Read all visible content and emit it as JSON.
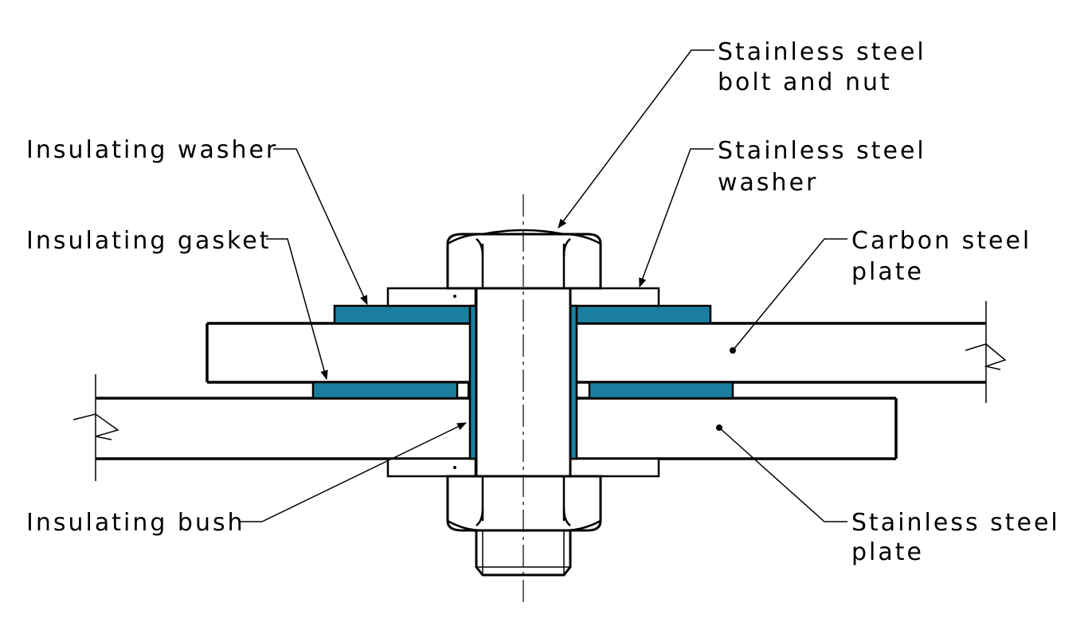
{
  "colors": {
    "insulation": "#1a7f9e",
    "line": "#000000",
    "background": "#ffffff"
  },
  "labels": {
    "bolt_nut": [
      "Stainless steel",
      "bolt and nut"
    ],
    "insulating_washer": [
      "Insulating washer"
    ],
    "ss_washer": [
      "Stainless steel",
      "washer"
    ],
    "insulating_gasket": [
      "Insulating gasket"
    ],
    "carbon_plate": [
      "Carbon steel",
      "plate"
    ],
    "insulating_bush": [
      "Insulating bush"
    ],
    "ss_plate": [
      "Stainless steel",
      "plate"
    ]
  }
}
